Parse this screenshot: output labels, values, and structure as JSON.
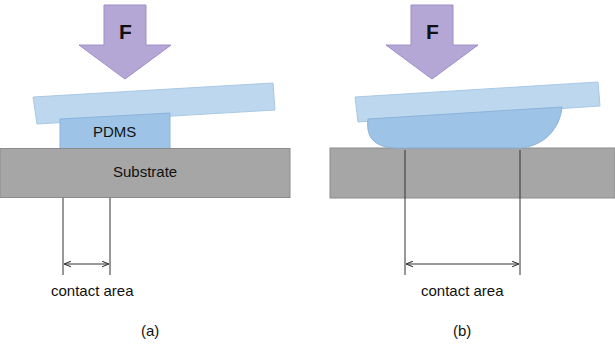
{
  "diagram": {
    "nodes": [
      {
        "text": [
          "F"
        ]
      },
      {
        "text": [
          "PDMS"
        ]
      },
      {
        "text": [
          "Substrate"
        ]
      },
      {
        "text": [
          "F"
        ]
      }
    ],
    "labels": [
      "contact area",
      "contact area",
      "(a)",
      "(b)"
    ]
  }
}
